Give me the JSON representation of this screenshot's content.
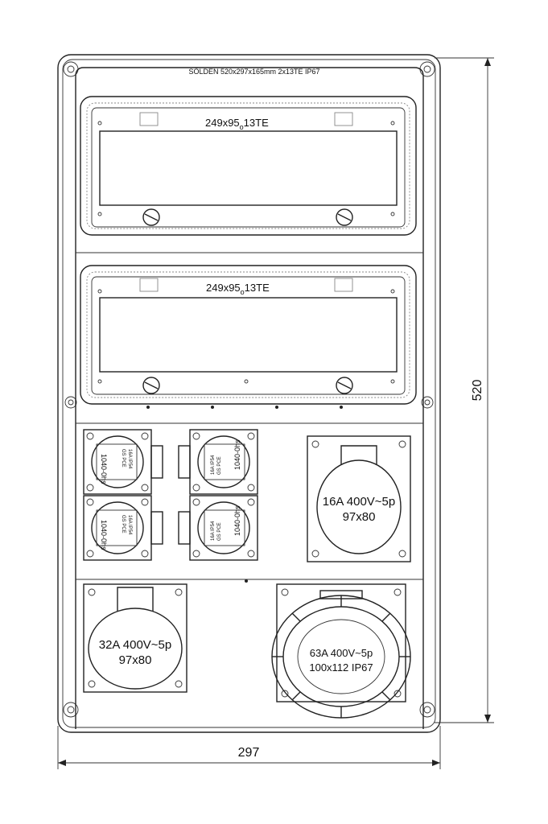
{
  "enclosure": {
    "title": "SÖLDEN 520x297x165mm 2x13TE IP67"
  },
  "dimensions": {
    "height": "520",
    "width": "297"
  },
  "modules": {
    "top": "249x95",
    "top_sub": "o",
    "top_suffix": "13TE",
    "bottom": "249x95",
    "bottom_sub": "o",
    "bottom_suffix": "13TE"
  },
  "schuko": {
    "a": "1040-0hs",
    "b": "GS PCE",
    "c": "16A IP54",
    "d": "PCE"
  },
  "cee16": {
    "line1": "16A 400V~5p",
    "line2": "97x80"
  },
  "cee32": {
    "line1": "32A 400V~5p",
    "line2": "97x80"
  },
  "cee63": {
    "line1": "63A 400V~5p",
    "line2": "100x112 IP67"
  }
}
